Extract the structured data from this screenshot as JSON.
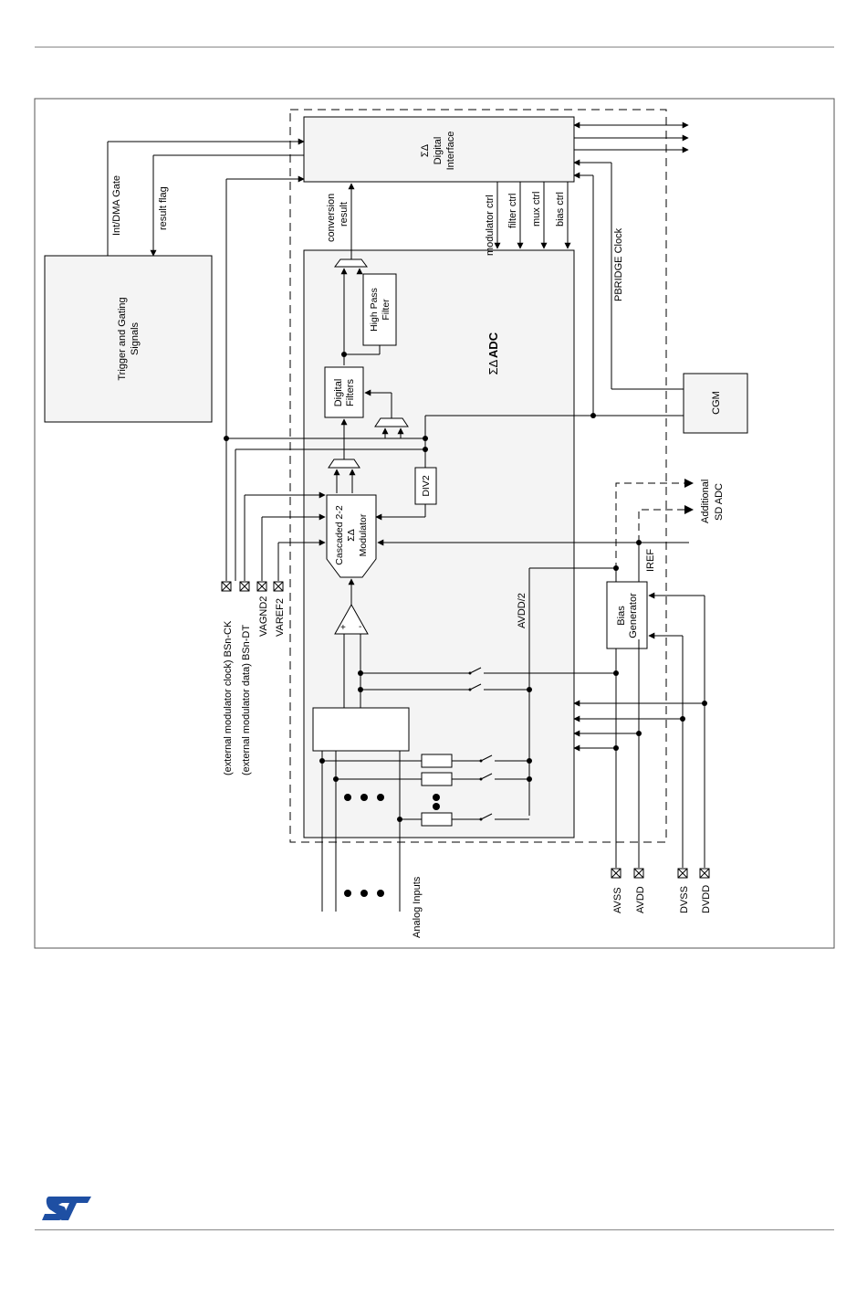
{
  "diagram": {
    "digital_interface": [
      "ΣΔ",
      "Digital",
      "Interface"
    ],
    "sd_adc": [
      "ΣΔ",
      "ADC"
    ],
    "trigger_block": [
      "Trigger and Gating",
      "Signals"
    ],
    "high_pass_filter": [
      "High Pass",
      "Filter"
    ],
    "digital_filters": [
      "Digital",
      "Filters"
    ],
    "modulator": [
      "Cascaded 2-2",
      "ΣΔ",
      "Modulator"
    ],
    "div2": "DIV2",
    "cgm": "CGM",
    "bias_generator": [
      "Bias",
      "Generator"
    ],
    "int_dma_gate": "Int/DMA Gate",
    "result_flag": "result flag",
    "conversion_result": [
      "conversion",
      "result"
    ],
    "ctrl_signals": [
      "modulator ctrl",
      "filter ctrl",
      "mux ctrl",
      "bias ctrl"
    ],
    "pbridge_clock": "PBRIDGE Clock",
    "additional_sd_adc": [
      "Additional",
      "SD ADC"
    ],
    "iref": "IREF",
    "avdd_half": "AVDD/2",
    "pins_left": [
      "(external modulator clock) BSn-CK",
      "(external modulator data)  BSn-DT",
      "VAGND2",
      "VAREF2"
    ],
    "analog_inputs": "Analog Inputs",
    "pins_bottom": [
      "AVSS",
      "AVDD",
      "DVSS",
      "DVDD"
    ],
    "opamp_plus": "+",
    "opamp_minus": "-"
  },
  "brand": {
    "logo_text": "ST",
    "logo_color": "#1e4fa3"
  }
}
